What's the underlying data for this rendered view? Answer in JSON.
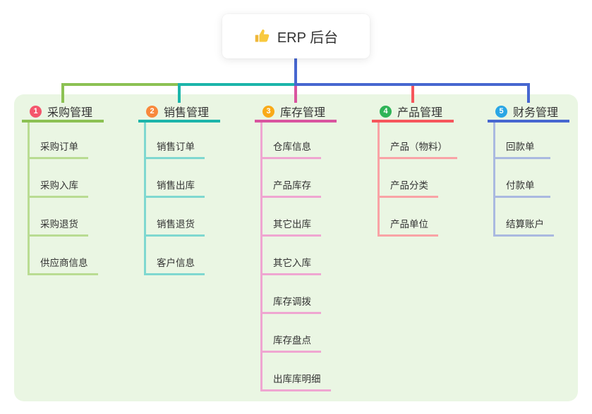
{
  "root": {
    "title": "ERP 后台",
    "icon": "thumbs-up-icon"
  },
  "canvas": {
    "background": "#ffffff",
    "panel_color": "#eaf6e3",
    "root_connector_color": "#4767d0"
  },
  "branches": [
    {
      "index": "1",
      "title": "采购管理",
      "badge_color": "#f4566c",
      "line_color": "#8cc153",
      "child_line_color": "#b9dc92",
      "children": [
        "采购订单",
        "采购入库",
        "采购退货",
        "供应商信息"
      ]
    },
    {
      "index": "2",
      "title": "销售管理",
      "badge_color": "#f8883c",
      "line_color": "#1cb5aa",
      "child_line_color": "#7fd8d0",
      "children": [
        "销售订单",
        "销售出库",
        "销售退货",
        "客户信息"
      ]
    },
    {
      "index": "3",
      "title": "库存管理",
      "badge_color": "#f9aa18",
      "line_color": "#d9549f",
      "child_line_color": "#efa6d1",
      "children": [
        "仓库信息",
        "产品库存",
        "其它出库",
        "其它入库",
        "库存调拨",
        "库存盘点",
        "出库库明细"
      ]
    },
    {
      "index": "4",
      "title": "产品管理",
      "badge_color": "#2fb457",
      "line_color": "#f6565c",
      "child_line_color": "#f9a3a6",
      "children": [
        "产品（物料）",
        "产品分类",
        "产品单位"
      ]
    },
    {
      "index": "5",
      "title": "财务管理",
      "badge_color": "#2aa6e5",
      "line_color": "#4767d0",
      "child_line_color": "#aab9e0",
      "children": [
        "回款单",
        "付款单",
        "结算账户"
      ]
    }
  ]
}
